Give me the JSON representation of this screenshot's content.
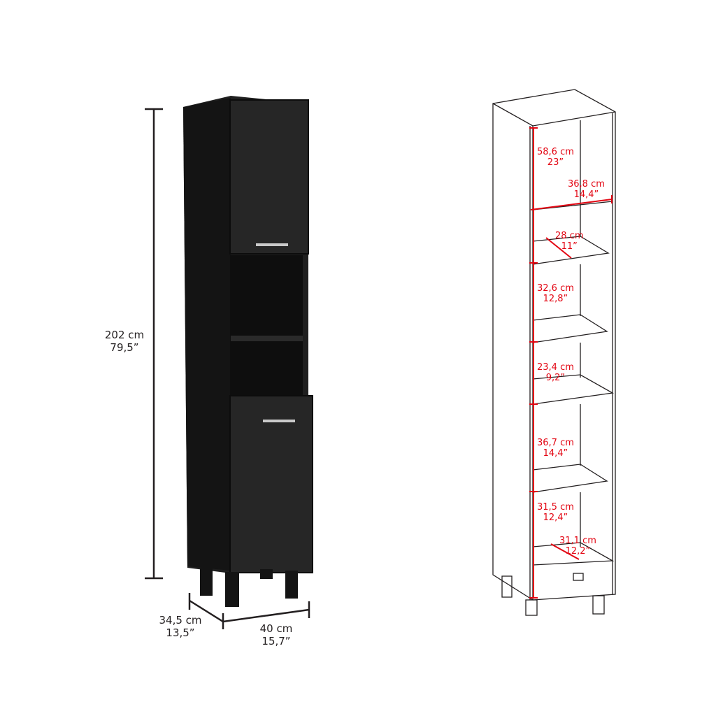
{
  "left_view": {
    "height": {
      "cm": "202 cm",
      "in": "79,5”"
    },
    "depth": {
      "cm": "34,5 cm",
      "in": "13,5”"
    },
    "width": {
      "cm": "40 cm",
      "in": "15,7”"
    }
  },
  "right_view": {
    "top_compartment_height": {
      "cm": "58,6 cm",
      "in": "23”"
    },
    "inner_width": {
      "cm": "36,8 cm",
      "in": "14,4”"
    },
    "shelf_depth": {
      "cm": "28 cm",
      "in": "11”"
    },
    "open_upper_height": {
      "cm": "32,6 cm",
      "in": "12,8”"
    },
    "open_lower_height": {
      "cm": "23,4 cm",
      "in": "9,2”"
    },
    "bottom_upper_height": {
      "cm": "36,7 cm",
      "in": "14,4”"
    },
    "bottom_lower_height": {
      "cm": "31,5 cm",
      "in": "12,4”"
    },
    "bottom_depth": {
      "cm": "31,1 cm",
      "in": "12,2”"
    }
  },
  "colors": {
    "cabinet": "#1a1a1a",
    "dimension_red": "#e30613",
    "line": "#231f20"
  }
}
